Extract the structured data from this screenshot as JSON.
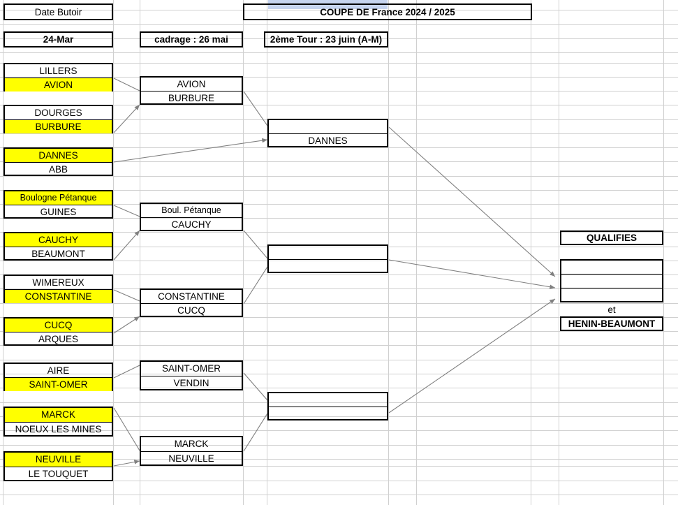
{
  "sheet": {
    "title": "COUPE DE France 2024 / 2025",
    "deadline_label": "Date Butoir",
    "deadline_value": "24-Mar",
    "round2_label": "cadrage : 26 mai",
    "round3_label": "2ème Tour : 23 juin (A-M)"
  },
  "colors": {
    "winner_highlight": "#ffff00",
    "border": "#000000",
    "gridline": "#d0d0d0",
    "selection": "#c6d4ef"
  },
  "round1": {
    "matches": [
      {
        "top": "LILLERS",
        "bottom": "AVION",
        "winner": "bottom"
      },
      {
        "top": "DOURGES",
        "bottom": "BURBURE",
        "winner": "bottom"
      },
      {
        "top": "DANNES",
        "bottom": "ABB",
        "winner": "top"
      },
      {
        "top": "Boulogne Pétanque",
        "bottom": "GUINES",
        "winner": "top"
      },
      {
        "top": "CAUCHY",
        "bottom": "BEAUMONT",
        "winner": "top"
      },
      {
        "top": "WIMEREUX",
        "bottom": "CONSTANTINE",
        "winner": "bottom"
      },
      {
        "top": "CUCQ",
        "bottom": "ARQUES",
        "winner": "top"
      },
      {
        "top": "AIRE",
        "bottom": "SAINT-OMER",
        "winner": "bottom"
      },
      {
        "top": "MARCK",
        "bottom": "NOEUX LES MINES",
        "winner": "top"
      },
      {
        "top": "NEUVILLE",
        "bottom": "LE TOUQUET",
        "winner": "top"
      }
    ]
  },
  "round2": {
    "matches": [
      {
        "top": "AVION",
        "bottom": "BURBURE"
      },
      {
        "top": "Boul. Pétanque",
        "bottom": "CAUCHY"
      },
      {
        "top": "CONSTANTINE",
        "bottom": "CUCQ"
      },
      {
        "top": "SAINT-OMER",
        "bottom": "VENDIN"
      },
      {
        "top": "MARCK",
        "bottom": "NEUVILLE"
      }
    ]
  },
  "round3": {
    "matches": [
      {
        "top": "",
        "bottom": "DANNES"
      },
      {
        "top": "",
        "bottom": ""
      },
      {
        "top": "",
        "bottom": ""
      }
    ]
  },
  "final": {
    "qualifies_label": "QUALIFIES",
    "slots": [
      "",
      "",
      ""
    ],
    "et_label": "et",
    "host": "HENIN-BEAUMONT"
  }
}
